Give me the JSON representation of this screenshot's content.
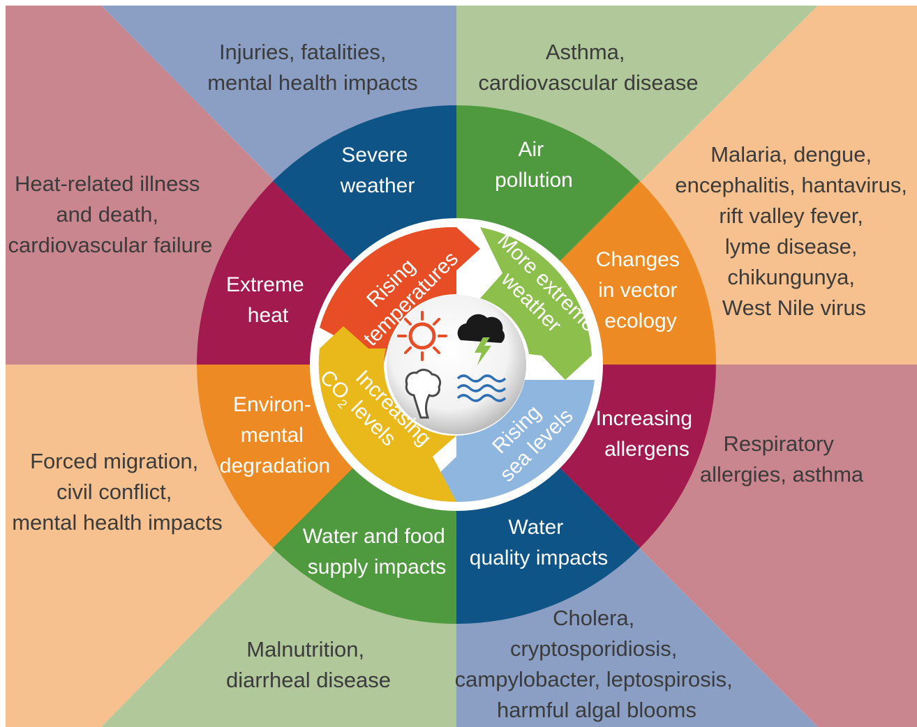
{
  "colors": {
    "background": "#ffffff",
    "sector_blue": "#8b9fc4",
    "sector_green": "#b0c89a",
    "sector_orange": "#f6c18e",
    "sector_rose": "#c9868e",
    "ring_navy": "#0f5486",
    "ring_green": "#4f9a3e",
    "ring_orange": "#ee8a23",
    "ring_maroon": "#a31b4e",
    "arrow_red": "#e84e26",
    "arrow_green": "#8cbf4c",
    "arrow_lightblue": "#8fb6df",
    "arrow_yellow": "#e9b91c"
  },
  "outer_impacts": {
    "top_left": [
      "Injuries, fatalities,",
      "mental health impacts"
    ],
    "top_right": [
      "Asthma,",
      "cardiovascular disease"
    ],
    "left_upper": [
      "Heat-related illness",
      "and death,",
      "cardiovascular failure"
    ],
    "right_upper": [
      "Malaria, dengue,",
      "encephalitis, hantavirus,",
      "rift valley fever,",
      "lyme disease,",
      "chikungunya,",
      "West Nile virus"
    ],
    "left_lower": [
      "Forced migration,",
      "civil conflict,",
      "mental health impacts"
    ],
    "right_lower": [
      "Respiratory",
      "allergies, asthma"
    ],
    "bottom_left": [
      "Malnutrition,",
      "diarrheal disease"
    ],
    "bottom_right": [
      "Cholera,",
      "cryptosporidiosis,",
      "campylobacter, leptospirosis,",
      "harmful algal blooms"
    ]
  },
  "ring_exposures": {
    "severe_weather": [
      "Severe",
      "weather"
    ],
    "air_pollution": [
      "Air",
      "pollution"
    ],
    "vector_ecology": [
      "Changes",
      "in vector",
      "ecology"
    ],
    "allergens": [
      "Increasing",
      "allergens"
    ],
    "water_quality": [
      "Water",
      "quality impacts"
    ],
    "water_food": [
      "Water and food",
      "supply impacts"
    ],
    "environmental": [
      "Environ-",
      "mental",
      "degradation"
    ],
    "extreme_heat": [
      "Extreme",
      "heat"
    ]
  },
  "climate_drivers": {
    "rising_temperatures": [
      "Rising",
      "temperatures"
    ],
    "more_extreme_weather": [
      "More extreme",
      "weather"
    ],
    "rising_sea_levels": [
      "Rising",
      "sea levels"
    ],
    "increasing_co2": [
      "Increasing",
      "CO",
      "2",
      "levels"
    ]
  },
  "center_icons": [
    "sun-icon",
    "storm-cloud-icon",
    "smoke-plume-icon",
    "water-waves-icon"
  ]
}
